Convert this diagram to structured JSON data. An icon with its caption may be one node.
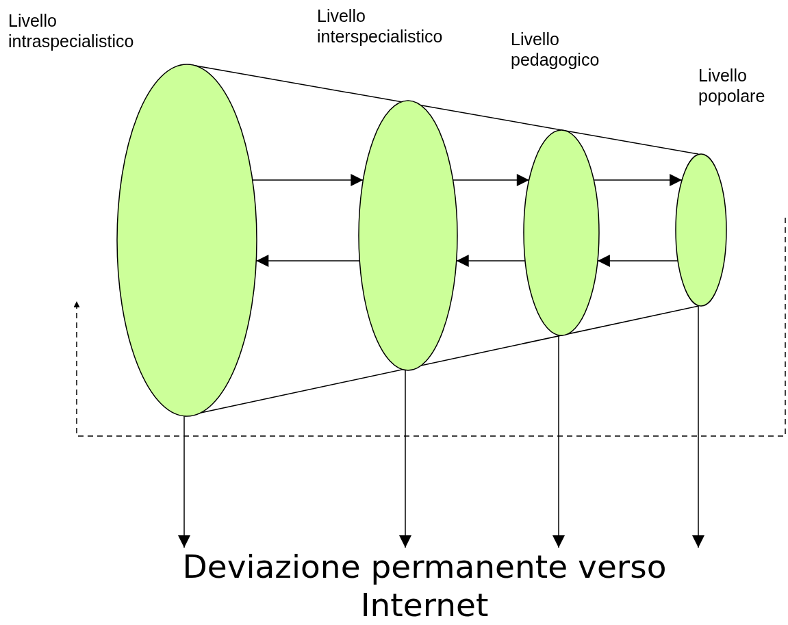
{
  "diagram": {
    "nodes": [
      {
        "text": [
          "Livello intraspecialistico"
        ]
      },
      {
        "text": [
          "Livello interspecialistico"
        ]
      },
      {
        "text": [
          "Livello pedagogico"
        ]
      },
      {
        "text": [
          "Livello popolare"
        ]
      },
      {
        "text": [
          "Deviazione permanente verso Internet"
        ]
      }
    ],
    "edges": [
      {
        "from": 0,
        "to": 1,
        "arrow": "to"
      },
      {
        "from": 1,
        "to": 2,
        "arrow": "to"
      },
      {
        "from": 2,
        "to": 3,
        "arrow": "to"
      },
      {
        "from": 3,
        "to": 2,
        "arrow": "to"
      },
      {
        "from": 2,
        "to": 1,
        "arrow": "to"
      },
      {
        "from": 1,
        "to": 0,
        "arrow": "to"
      },
      {
        "from": 0,
        "to": 4,
        "arrow": "to"
      },
      {
        "from": 1,
        "to": 4,
        "arrow": "to"
      },
      {
        "from": 2,
        "to": 4,
        "arrow": "to"
      },
      {
        "from": 3,
        "to": 4,
        "arrow": "to"
      },
      {
        "from": null,
        "to": 0,
        "arrow": "to",
        "style": "dashed"
      }
    ]
  }
}
